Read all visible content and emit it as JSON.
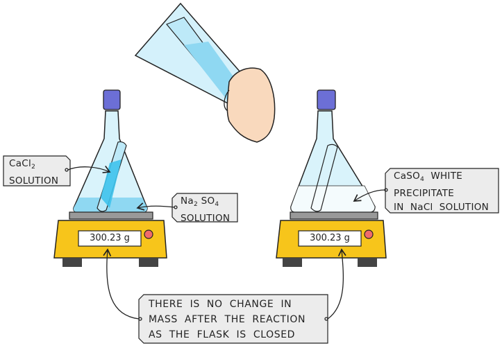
{
  "labels": {
    "cacl2": {
      "formula": "CaCl",
      "sub": "2",
      "line2": "SOLUTION"
    },
    "na2so4": {
      "f1": "Na",
      "sub1": "2",
      "f2": " SO",
      "sub2": "4",
      "line2": "SOLUTION"
    },
    "caso4": {
      "f1": "CaSO",
      "sub1": "4",
      "f2": "  WHITE",
      "line2": "PRECIPITATE",
      "line3": "IN  NaCl  SOLUTION"
    }
  },
  "balances": {
    "left": {
      "reading": "300.23 g"
    },
    "right": {
      "reading": "300.23 g"
    }
  },
  "note": {
    "line1": "THERE  IS  NO  CHANGE  IN",
    "line2": "MASS  AFTER  THE  REACTION",
    "line3": "AS  THE  FLASK  IS  CLOSED"
  },
  "colors": {
    "balance": "#f7c51b",
    "cap": "#6c6fd6",
    "solution": "#8fd8f2",
    "glass": "#d9f3fb",
    "precipitate": "#f4fbfd",
    "label_box": "#ececec",
    "button": "#f06b6b"
  }
}
